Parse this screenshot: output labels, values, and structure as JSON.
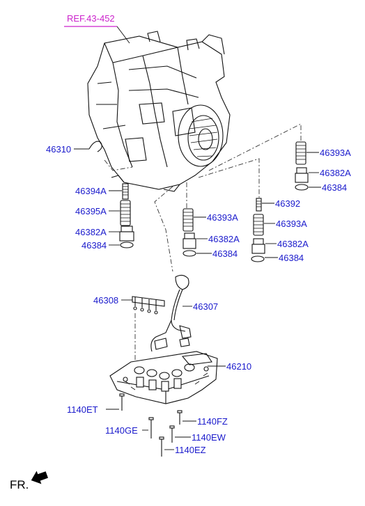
{
  "reference": "REF.43-452",
  "parts": {
    "retainer_clip": "46310",
    "spring_a": "46394A",
    "spring_b": "46395A",
    "plug_left": "46382A",
    "ring_left": "46384",
    "spring_mid": "46393A",
    "plug_mid": "46382A",
    "ring_mid": "46384",
    "spring_right_top": "46393A",
    "plug_right_top": "46382A",
    "ring_right_top": "46384",
    "pin_right": "46392",
    "spring_right": "46393A",
    "plug_right": "46382A",
    "ring_right": "46384",
    "solenoid_bracket": "46308",
    "wiring_harness": "46307",
    "valve_body": "46210",
    "bolt_et": "1140ET",
    "bolt_ge": "1140GE",
    "bolt_fz": "1140FZ",
    "bolt_ew": "1140EW",
    "bolt_ez": "1140EZ"
  },
  "front_indicator": "FR.",
  "colors": {
    "label": "#1a1acc",
    "reference": "#cc22cc",
    "line": "#111111"
  }
}
